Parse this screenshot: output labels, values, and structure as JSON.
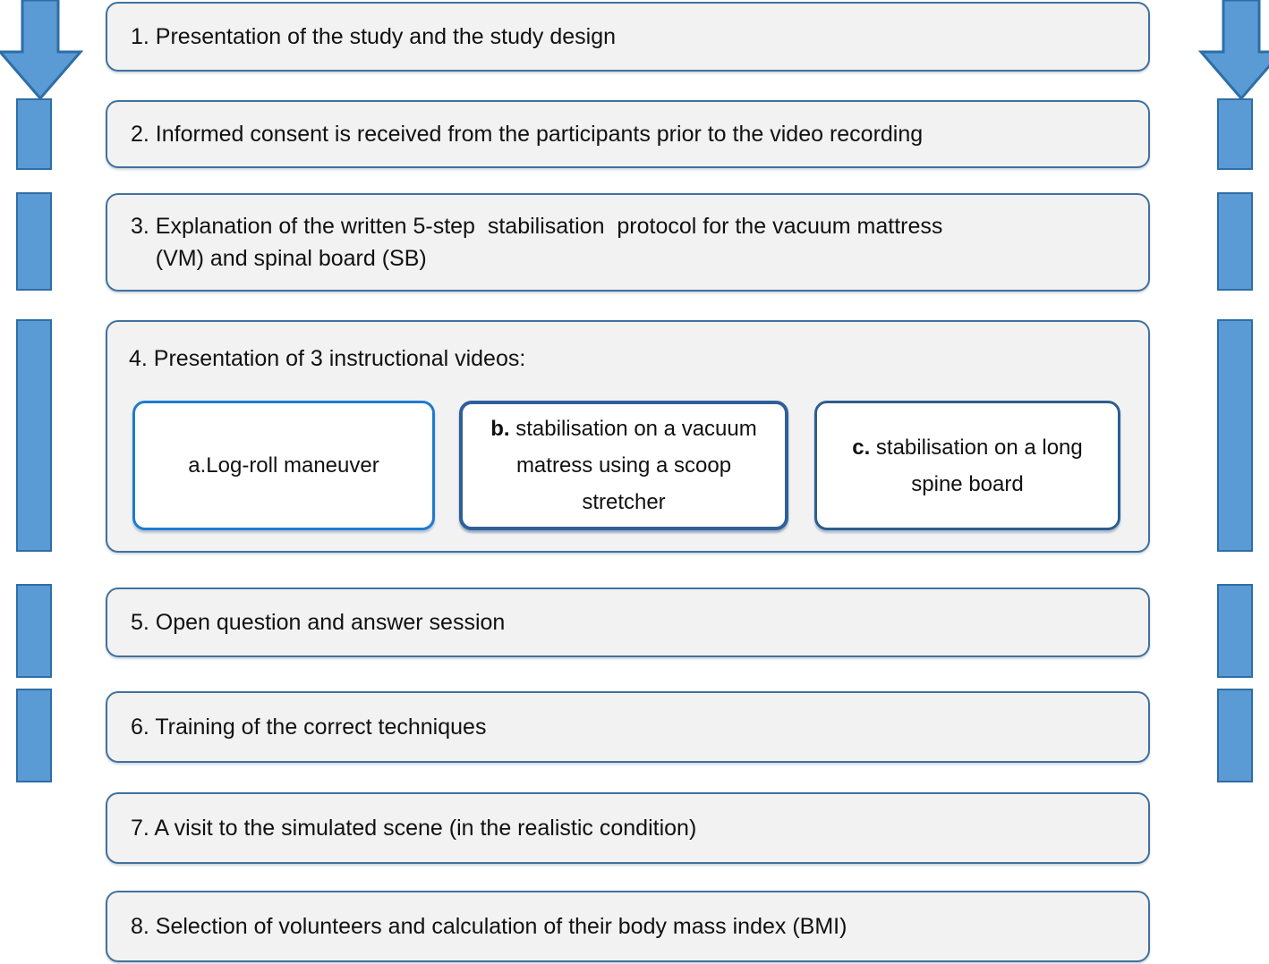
{
  "diagram": {
    "title": "Study protocol flowchart",
    "colors": {
      "box_fill": "#F2F2F2",
      "box_border": "#41719C",
      "sub_box_fill": "#FFFFFF",
      "connector_fill": "#5B9BD5",
      "connector_border": "#2E6EA6",
      "text": "#111111"
    },
    "steps": [
      {
        "id": "step-1",
        "number": "1.",
        "text": "1. Presentation of the study and the study design"
      },
      {
        "id": "step-2",
        "number": "2.",
        "text": "2. Informed consent is received from the participants prior to the video recording"
      },
      {
        "id": "step-3",
        "number": "3.",
        "text": "3. Explanation of the written 5-step  stabilisation  protocol for the vacuum mattress\n    (VM) and spinal board (SB)"
      },
      {
        "id": "step-4",
        "number": "4.",
        "text": "4. Presentation of 3 instructional videos:"
      },
      {
        "id": "step-5",
        "number": "5.",
        "text": "5. Open question and answer session"
      },
      {
        "id": "step-6",
        "number": "6.",
        "text": "6. Training of the correct techniques"
      },
      {
        "id": "step-7",
        "number": "7.",
        "text": "7. A visit to the simulated scene (in the realistic condition)"
      },
      {
        "id": "step-8",
        "number": "8.",
        "text": "8. Selection of volunteers and calculation of their body mass index (BMI)"
      }
    ],
    "videos": [
      {
        "id": "video-a",
        "label": "a.",
        "label_bold": false,
        "text": " Log-roll maneuver"
      },
      {
        "id": "video-b",
        "label": "b.",
        "label_bold": true,
        "text": " stabilisation on a vacuum matress using a scoop stretcher"
      },
      {
        "id": "video-c",
        "label": "c.",
        "label_bold": true,
        "text": " stabilisation on a long spine board"
      }
    ],
    "connectors": {
      "left": {
        "segments": 5,
        "arrowhead": "down-arrow"
      },
      "right": {
        "segments": 5,
        "arrowhead": "down-arrow"
      }
    }
  }
}
